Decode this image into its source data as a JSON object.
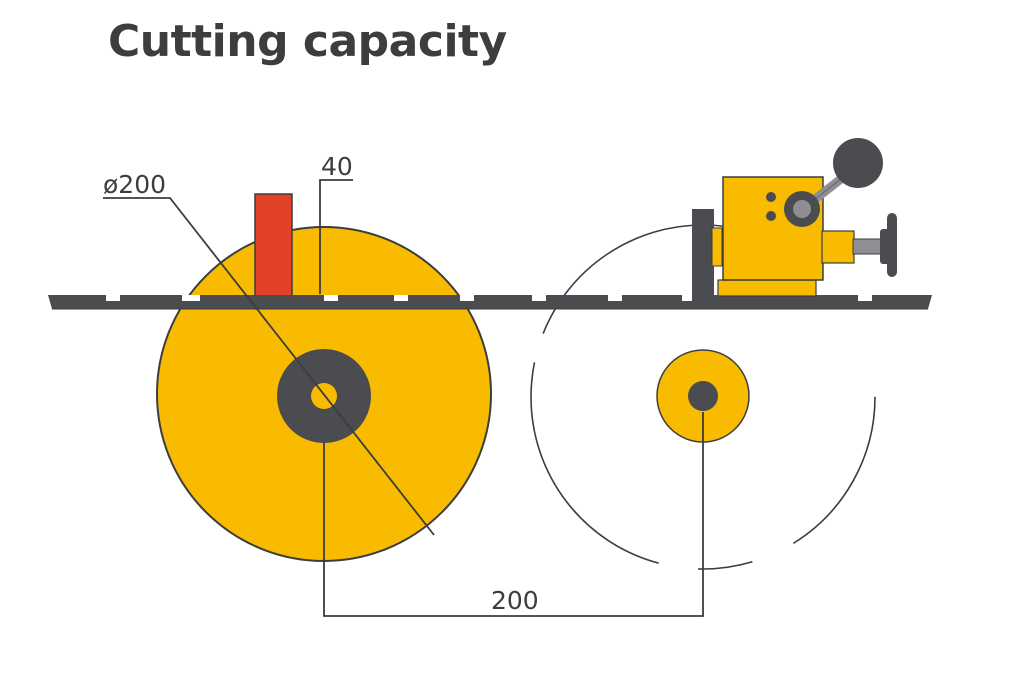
{
  "title": "Cutting capacity",
  "labels": {
    "blade_diameter": "ø200",
    "max_height": "40",
    "travel_distance": "200"
  },
  "colors": {
    "blade_fill": "#f8bb00",
    "dark": "#4a4c4f",
    "workpiece": "#e24228",
    "machine_gray": "#8d8f92",
    "outline": "#3b3d3f"
  }
}
